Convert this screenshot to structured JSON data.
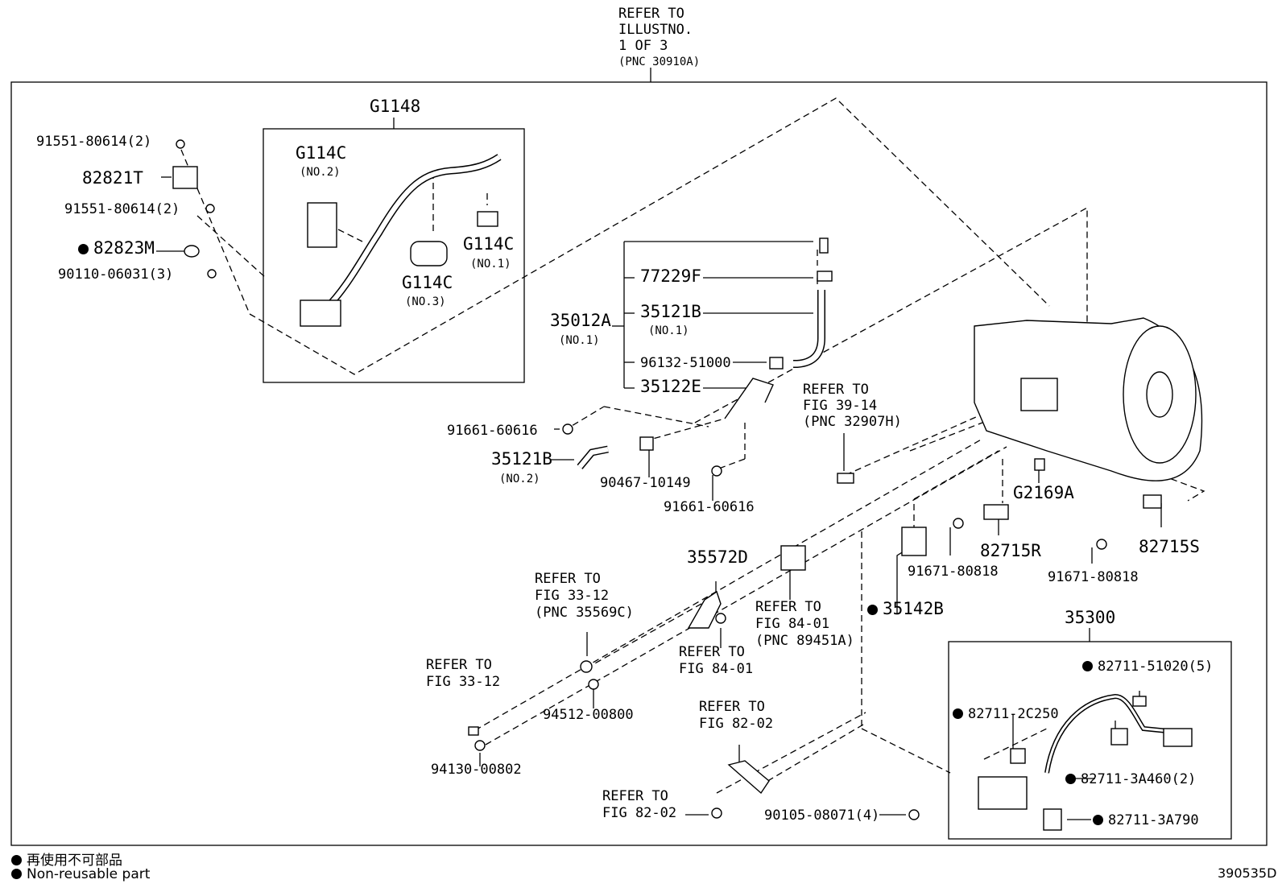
{
  "header": {
    "refer_line1": "REFER TO",
    "refer_line2": "ILLUSTNO.",
    "refer_line3": "1 OF 3",
    "refer_line4": "(PNC 30910A)"
  },
  "labels": {
    "g1148": "G1148",
    "g114c_no2": "G114C",
    "g114c_no2_sub": "(NO.2)",
    "g114c_no1": "G114C",
    "g114c_no1_sub": "(NO.1)",
    "g114c_no3": "G114C",
    "g114c_no3_sub": "(NO.3)",
    "p91551a": "91551-80614(2)",
    "p82821t": "82821T",
    "p91551b": "91551-80614(2)",
    "p82823m": "82823M",
    "p90110": "90110-06031(3)",
    "p35012a": "35012A",
    "p35012a_sub": "(NO.1)",
    "p77229f": "77229F",
    "p35121b_1": "35121B",
    "p35121b_1_sub": "(NO.1)",
    "p96132": "96132-51000",
    "p35122e": "35122E",
    "p91661a": "91661-60616",
    "p35121b_2": "35121B",
    "p35121b_2_sub": "(NO.2)",
    "p90467": "90467-10149",
    "p91661b": "91661-60616",
    "ref_3914_1": "REFER TO",
    "ref_3914_2": "FIG 39-14",
    "ref_3914_3": "(PNC 32907H)",
    "p35572d": "35572D",
    "ref_3312a_1": "REFER TO",
    "ref_3312a_2": "FIG 33-12",
    "ref_3312a_3": "(PNC 35569C)",
    "ref_8401a_1": "REFER TO",
    "ref_8401a_2": "FIG 84-01",
    "ref_8401a_3": "(PNC 89451A)",
    "ref_8401b_1": "REFER TO",
    "ref_8401b_2": "FIG 84-01",
    "ref_3312b_1": "REFER TO",
    "ref_3312b_2": "FIG 33-12",
    "p94512": "94512-00800",
    "p94130": "94130-00802",
    "ref_8202a_1": "REFER TO",
    "ref_8202a_2": "FIG 82-02",
    "ref_8202b_1": "REFER TO",
    "ref_8202b_2": "FIG 82-02",
    "p90105": "90105-08071(4)",
    "pg2169a": "G2169A",
    "p82715r": "82715R",
    "p82715s": "82715S",
    "p91671a": "91671-80818",
    "p91671b": "91671-80818",
    "p35142b": "35142B",
    "p35300": "35300",
    "p82711_51020": "82711-51020(5)",
    "p82711_2c250": "82711-2C250",
    "p82711_3a460": "82711-3A460(2)",
    "p82711_3a790": "82711-3A790"
  },
  "legend": {
    "line1": "再使用不可部品",
    "line2": "Non-reusable part"
  },
  "footer": {
    "diagram_id": "390535D"
  }
}
